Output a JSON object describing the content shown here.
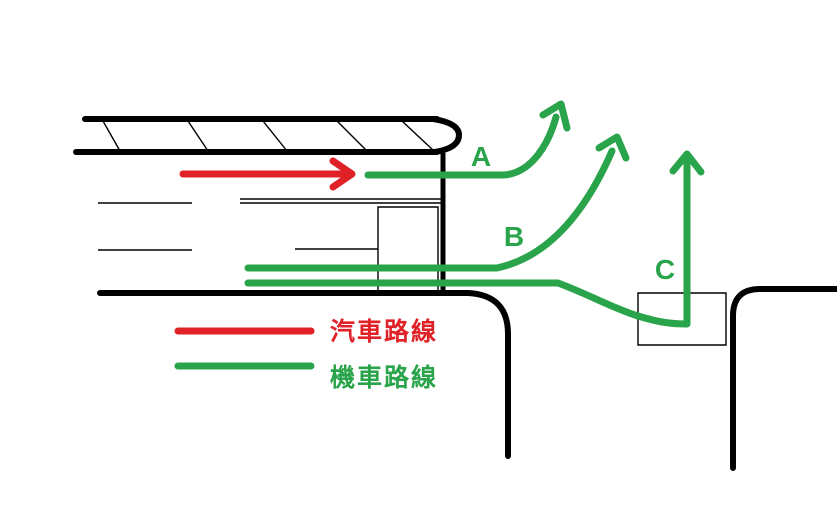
{
  "diagram": {
    "description": "Hand-drawn intersection diagram of car and motorcycle routes",
    "route_labels": {
      "a": "A",
      "b": "B",
      "c": "C"
    }
  },
  "legend": {
    "car": {
      "label": "汽車路線"
    },
    "motorcycle": {
      "label": "機車路線"
    }
  },
  "colors": {
    "car-route": "#e02128",
    "motorcycle-route": "#2aa44b",
    "road": "#000000",
    "background": "#ffffff"
  }
}
